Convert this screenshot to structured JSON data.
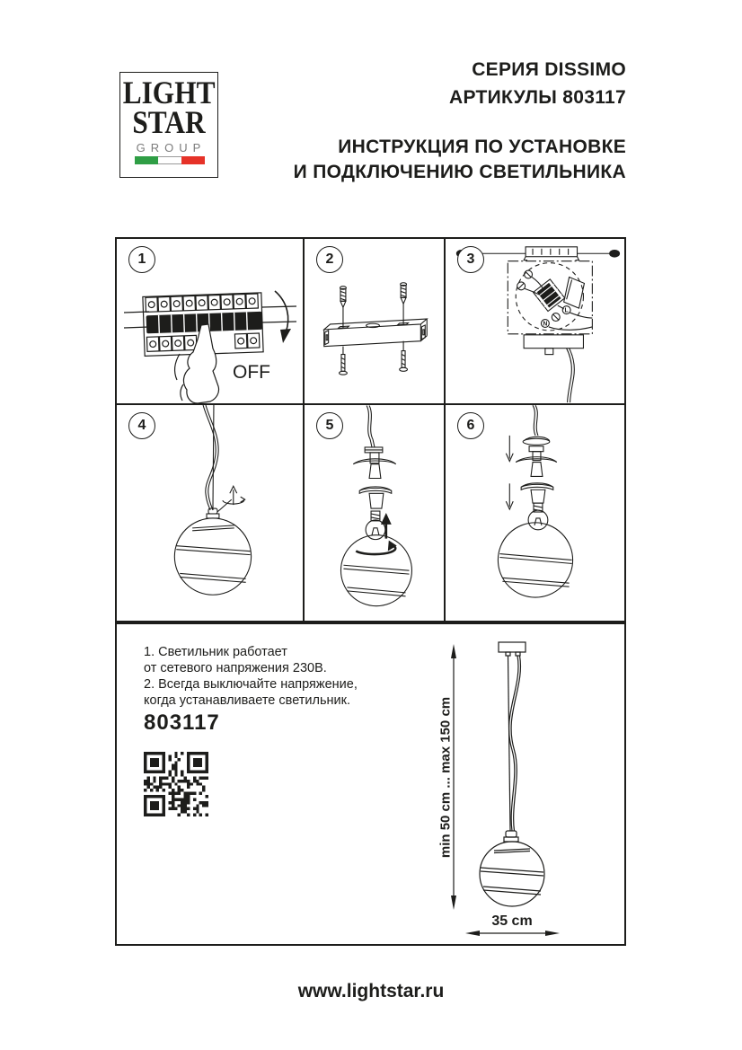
{
  "logo": {
    "line1": "LIGHT",
    "line2": "STAR",
    "line3": "GROUP",
    "flag_green": "#2f9e45",
    "flag_white": "#ffffff",
    "flag_red": "#e63228"
  },
  "header": {
    "series": "СЕРИЯ DISSIMO",
    "articles": "АРТИКУЛЫ 803117",
    "title1": "ИНСТРУКЦИЯ ПО УСТАНОВКЕ",
    "title2": "И ПОДКЛЮЧЕНИЮ СВЕТИЛЬНИКА"
  },
  "steps": [
    {
      "number": "1",
      "name": "power-off",
      "off_label": "OFF"
    },
    {
      "number": "2",
      "name": "mounting-bracket"
    },
    {
      "number": "3",
      "name": "wiring",
      "terminal_l": "L",
      "terminal_n": "N"
    },
    {
      "number": "4",
      "name": "hang-globe"
    },
    {
      "number": "5",
      "name": "insert-bulb"
    },
    {
      "number": "6",
      "name": "assemble-shade"
    }
  ],
  "notes": [
    "1. Светильник работает",
    "от сетевого напряжения 230В.",
    "2. Всегда выключайте напряжение,",
    "когда устанавливаете светильник."
  ],
  "article_number": "803117",
  "dimensions": {
    "range": "min 50 cm ... max 150 cm",
    "diameter": "35 cm"
  },
  "footer": {
    "website": "www.lightstar.ru"
  },
  "colors": {
    "line": "#1d1d1b",
    "text": "#1d1d1b"
  }
}
